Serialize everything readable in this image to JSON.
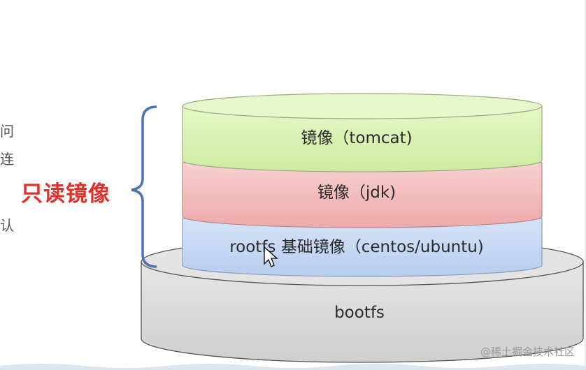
{
  "left_fragments": [
    "问",
    "连",
    "认"
  ],
  "readonly_label": "只读镜像",
  "layers": {
    "tomcat": "镜像（tomcat)",
    "jdk": "镜像（jdk)",
    "rootfs": "rootfs 基础镜像（centos/ubuntu)",
    "bootfs": "bootfs"
  },
  "colors": {
    "tomcat": "#d8f2b0",
    "jdk": "#f3bdbd",
    "rootfs": "#c4d6f4",
    "bootfs": "#d9d9d9",
    "brace": "#4a73b0",
    "readonly_label": "#e0302a"
  },
  "watermark": "@稀土掘金技术社区"
}
